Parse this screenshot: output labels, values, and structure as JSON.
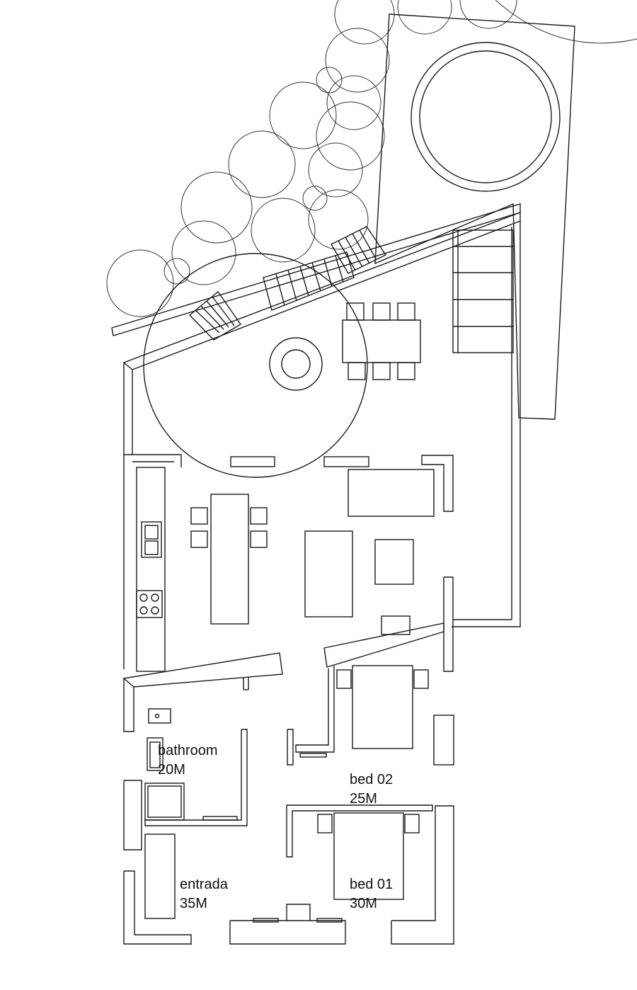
{
  "colors": {
    "line": "#1a1a1a",
    "background": "#ffffff"
  },
  "rooms": [
    {
      "name": "bathroom",
      "area": "20M"
    },
    {
      "name": "bed 02",
      "area": "25M"
    },
    {
      "name": "entrada",
      "area": "35M"
    },
    {
      "name": "bed 01",
      "area": "30M"
    }
  ]
}
